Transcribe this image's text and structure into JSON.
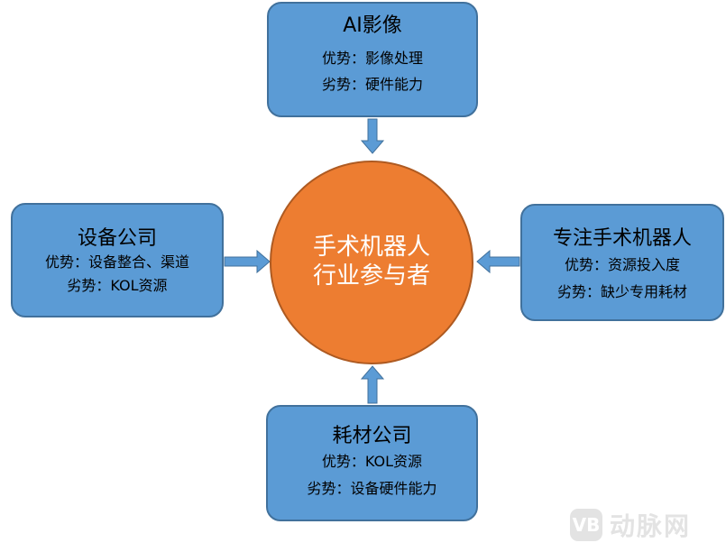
{
  "center": {
    "line1": "手术机器人",
    "line2": "行业参与者",
    "color": "#ed7d31"
  },
  "top": {
    "title": "AI影像",
    "pro": "优势：影像处理",
    "con": "劣势：硬件能力"
  },
  "left": {
    "title": "设备公司",
    "pro": "优势：设备整合、渠道",
    "con": "劣势：KOL资源"
  },
  "right": {
    "title": "专注手术机器人",
    "pro": "优势：资源投入度",
    "con": "劣势：缺少专用耗材"
  },
  "bottom": {
    "title": "耗材公司",
    "pro": "优势：KOL资源",
    "con": "劣势：设备硬件能力"
  },
  "watermark": {
    "logo": "VB",
    "text": "动脉网"
  },
  "colors": {
    "box": "#5b9bd5",
    "box_border": "#41719c",
    "arrow": "#5b9bd5"
  }
}
